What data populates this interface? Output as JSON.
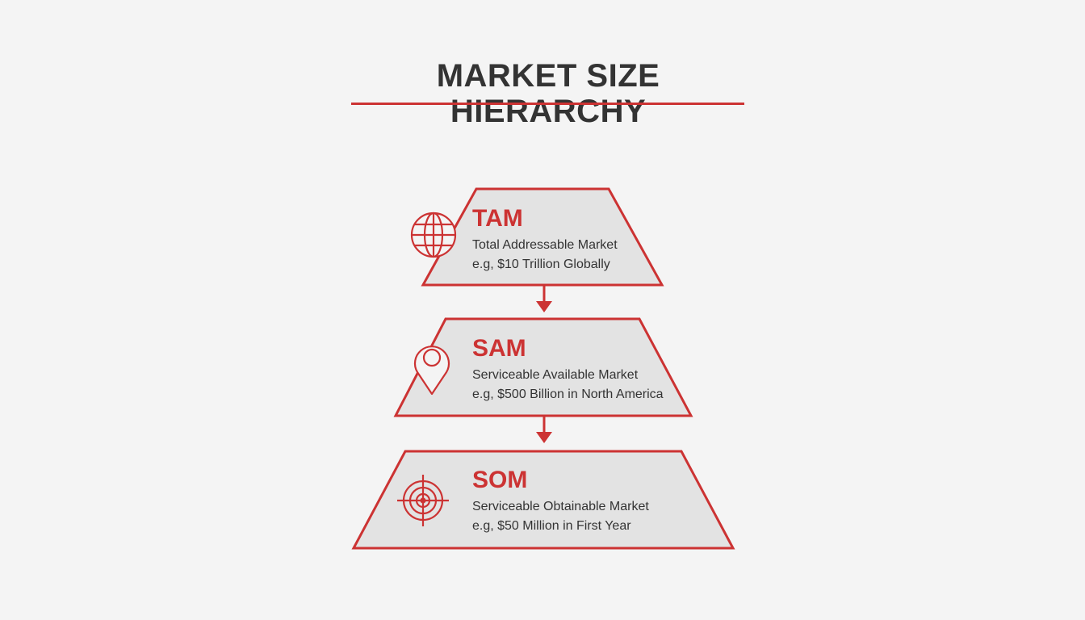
{
  "title": "MARKET SIZE HIERARCHY",
  "colors": {
    "accent": "#cc3333",
    "fill": "#e3e3e3",
    "text": "#333333",
    "background": "#f4f4f4"
  },
  "tiers": [
    {
      "abbr": "TAM",
      "name": "Total Addressable Market",
      "example": "e.g, $10 Trillion Globally",
      "icon": "globe-icon"
    },
    {
      "abbr": "SAM",
      "name": "Serviceable Available Market",
      "example": "e.g, $500 Billion in North America",
      "icon": "location-pin-icon"
    },
    {
      "abbr": "SOM",
      "name": "Serviceable Obtainable Market",
      "example": "e.g, $50 Million in First Year",
      "icon": "target-icon"
    }
  ]
}
